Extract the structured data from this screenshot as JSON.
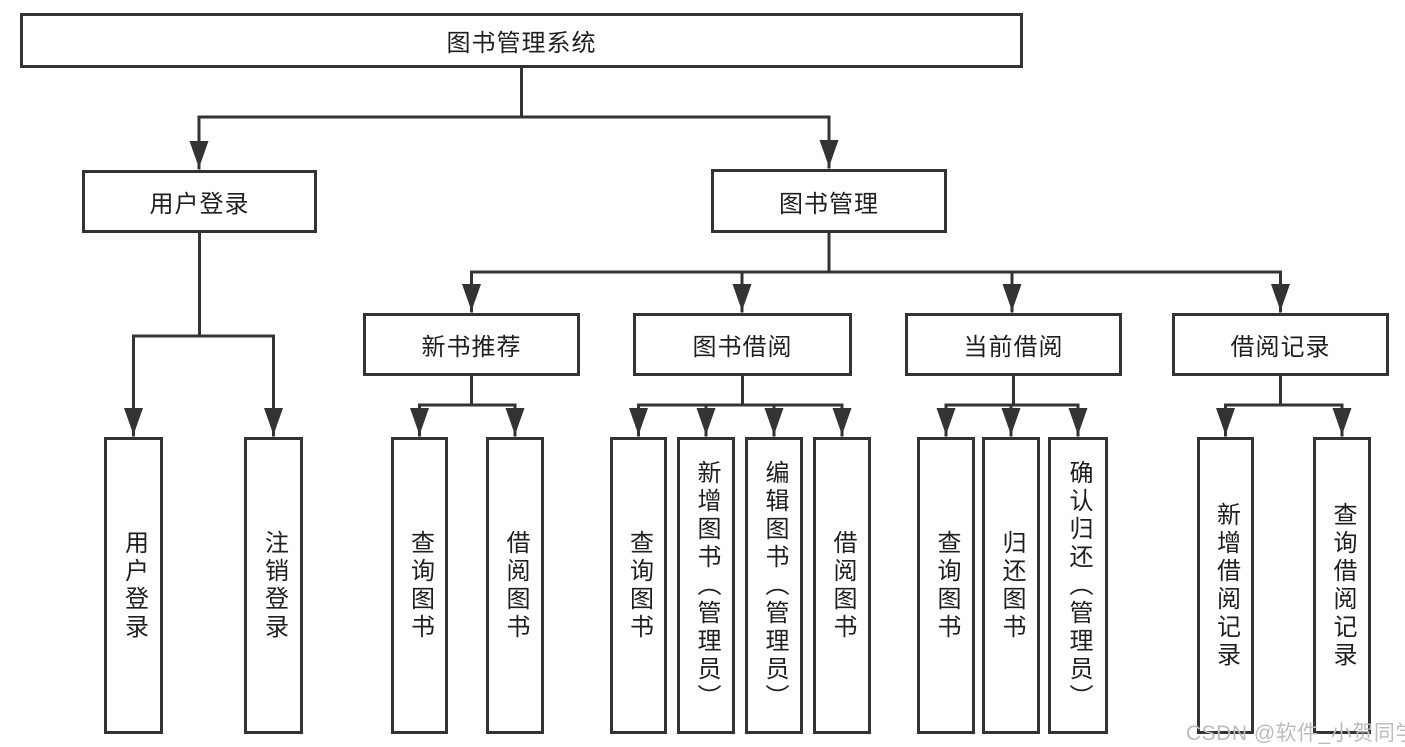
{
  "watermark": "CSDN @软件_小贺同学",
  "colors": {
    "line": "#333333",
    "text": "#1f1f1f",
    "watermark": "#b9bdc1",
    "background": "#ffffff"
  },
  "tree": {
    "label": "图书管理系统",
    "children": [
      {
        "label": "用户登录",
        "children": [
          {
            "label": "用户登录"
          },
          {
            "label": "注销登录"
          }
        ]
      },
      {
        "label": "图书管理",
        "children": [
          {
            "label": "新书推荐",
            "children": [
              {
                "label": "查询图书"
              },
              {
                "label": "借阅图书"
              }
            ]
          },
          {
            "label": "图书借阅",
            "children": [
              {
                "label": "查询图书"
              },
              {
                "label": "新增图书（管理员）"
              },
              {
                "label": "编辑图书（管理员）"
              },
              {
                "label": "借阅图书"
              }
            ]
          },
          {
            "label": "当前借阅",
            "children": [
              {
                "label": "查询图书"
              },
              {
                "label": "归还图书"
              },
              {
                "label": "确认归还（管理员）"
              }
            ]
          },
          {
            "label": "借阅记录",
            "children": [
              {
                "label": "新增借阅记录"
              },
              {
                "label": "查询借阅记录"
              }
            ]
          }
        ]
      }
    ]
  }
}
